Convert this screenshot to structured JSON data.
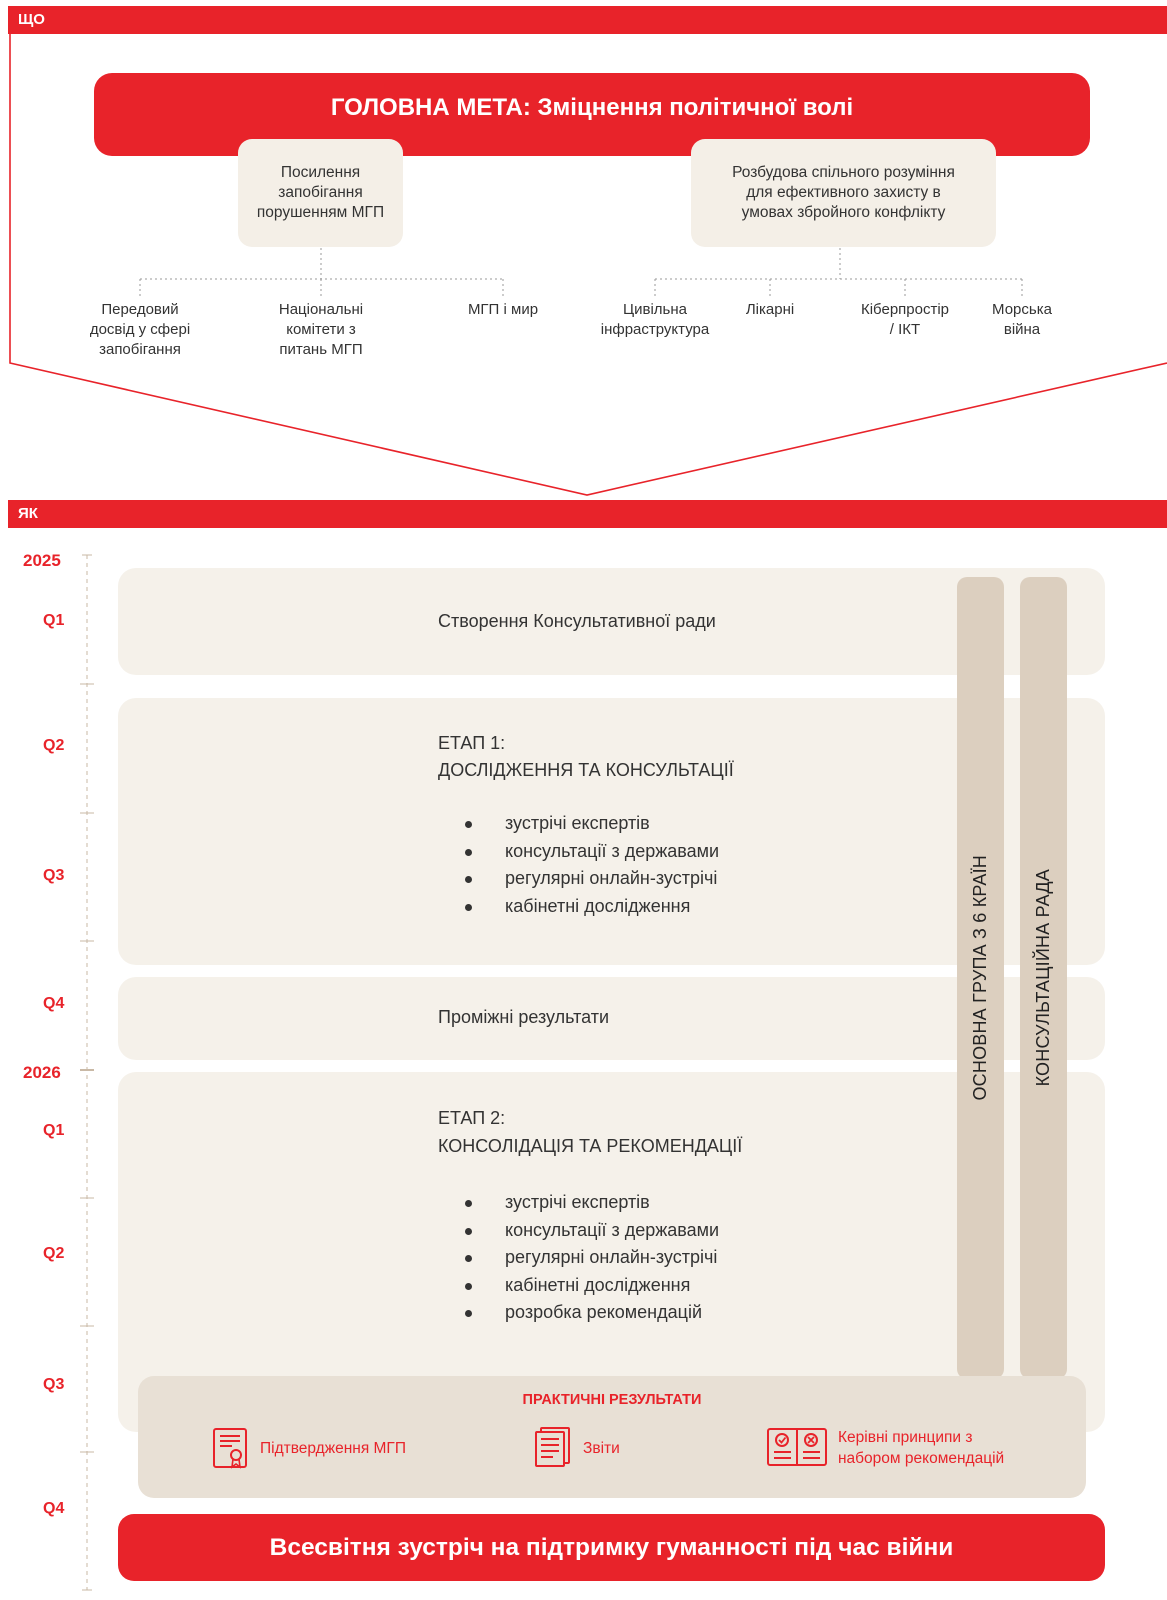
{
  "what": {
    "section_label": "ЩО",
    "main_goal": "ГОЛОВНА МЕТА: Зміцнення політичної волі",
    "pillars": [
      {
        "label": "Посилення запобігання порушенням МГП",
        "lines": [
          "Посилення",
          "запобігання",
          "порушенням МГП"
        ],
        "topics": [
          {
            "label": "Передовий досвід у сфері запобігання",
            "lines": [
              "Передовий",
              "досвід у сфері",
              "запобігання"
            ]
          },
          {
            "label": "Національні комітети з питань МГП",
            "lines": [
              "Національні",
              "комітети з",
              "питань МГП"
            ]
          },
          {
            "label": "МГП і мир",
            "lines": [
              "МГП і мир"
            ]
          }
        ]
      },
      {
        "label": "Розбудова спільного розуміння для ефективного захисту в умовах збройного конфлікту",
        "lines": [
          "Розбудова спільного розуміння",
          "для ефективного захисту в",
          "умовах збройного конфлікту"
        ],
        "topics": [
          {
            "label": "Цивільна інфраструктура",
            "lines": [
              "Цивільна",
              "інфраструктура"
            ]
          },
          {
            "label": "Лікарні",
            "lines": [
              "Лікарні"
            ]
          },
          {
            "label": "Кіберпростір / ІКТ",
            "lines": [
              "Кіберпростір",
              "/ ІКТ"
            ]
          },
          {
            "label": "Морська війна",
            "lines": [
              "Морська",
              "війна"
            ]
          }
        ]
      }
    ]
  },
  "how": {
    "section_label": "ЯК",
    "timeline": {
      "years": [
        "2025",
        "2026"
      ],
      "quarters": [
        "Q1",
        "Q2",
        "Q3",
        "Q4",
        "Q1",
        "Q2",
        "Q3",
        "Q4"
      ]
    },
    "advisory_setup": "Створення Консультативної ради",
    "stage1": {
      "title_line1": "ЕТАП 1:",
      "title_line2": "ДОСЛІДЖЕННЯ ТА КОНСУЛЬТАЦІЇ",
      "bullets": [
        "зустрічі експертів",
        "консультації з державами",
        "регулярні онлайн-зустрічі",
        "кабінетні дослідження"
      ]
    },
    "interim_results": "Проміжні результати",
    "stage2": {
      "title_line1": "ЕТАП 2:",
      "title_line2": "КОНСОЛІДАЦІЯ ТА РЕКОМЕНДАЦІЇ",
      "bullets": [
        "зустрічі експертів",
        "консультації з державами",
        "регулярні онлайн-зустрічі",
        "кабінетні дослідження",
        "розробка рекомендацій"
      ]
    },
    "side_bars": [
      "ОСНОВНА ГРУПА З 6 КРАЇН",
      "КОНСУЛЬТАЦІЙНА РАДА"
    ],
    "practical_results": {
      "title": "ПРАКТИЧНІ РЕЗУЛЬТАТИ",
      "items": [
        {
          "icon": "certificate-icon",
          "label": "Підтвердження МГП",
          "lines": [
            "Підтвердження МГП"
          ]
        },
        {
          "icon": "report-icon",
          "label": "Звіти",
          "lines": [
            "Звіти"
          ]
        },
        {
          "icon": "guidelines-icon",
          "label": "Керівні принципи з набором рекомендацій",
          "lines": [
            "Керівні принципи з",
            "набором рекомендацій"
          ]
        }
      ]
    },
    "final_event": "Всесвітня зустріч на підтримку гуманності під час війни"
  },
  "colors": {
    "accent": "#e8232a",
    "band": "#f5f1ea",
    "pillar": "#f4efe7",
    "side_bar": "#dccfbf",
    "results_box": "#e8e0d5"
  }
}
